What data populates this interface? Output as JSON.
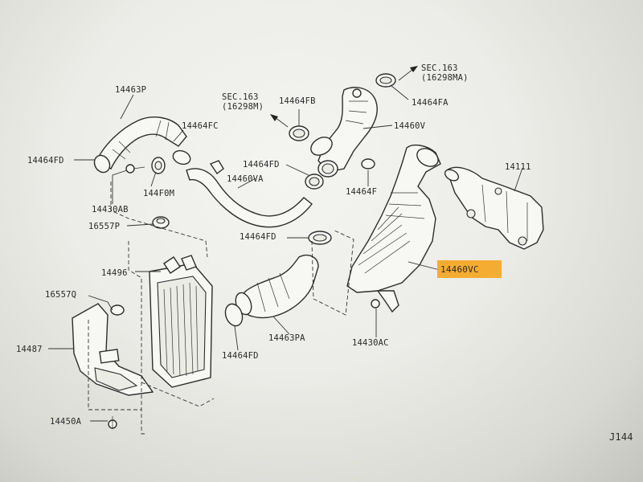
{
  "labels": {
    "p14463P": "14463P",
    "p14464FC": "14464FC",
    "p14464FD_a": "14464FD",
    "p14430AB": "14430AB",
    "p144F0M": "144F0M",
    "p16557P": "16557P",
    "sec163_a": "SEC.163",
    "sec163_a_ref": "(16298M)",
    "p14464FB": "14464FB",
    "p14464FD_b": "14464FD",
    "p14460VA": "14460VA",
    "sec163_b": "SEC.163",
    "sec163_b_ref": "(16298MA)",
    "p14464FA": "14464FA",
    "p14460V": "14460V",
    "p14464F": "14464F",
    "p14111": "14111",
    "p14464FD_c": "14464FD",
    "p14460VC": "14460VC",
    "p14496": "14496",
    "p16557Q": "16557Q",
    "p14487": "14487",
    "p14463PA": "14463PA",
    "p14430AC": "14430AC",
    "p14464FD_d": "14464FD",
    "p14450A": "14450A",
    "figure_code": "J144"
  },
  "highlight_color": "#f5a623"
}
